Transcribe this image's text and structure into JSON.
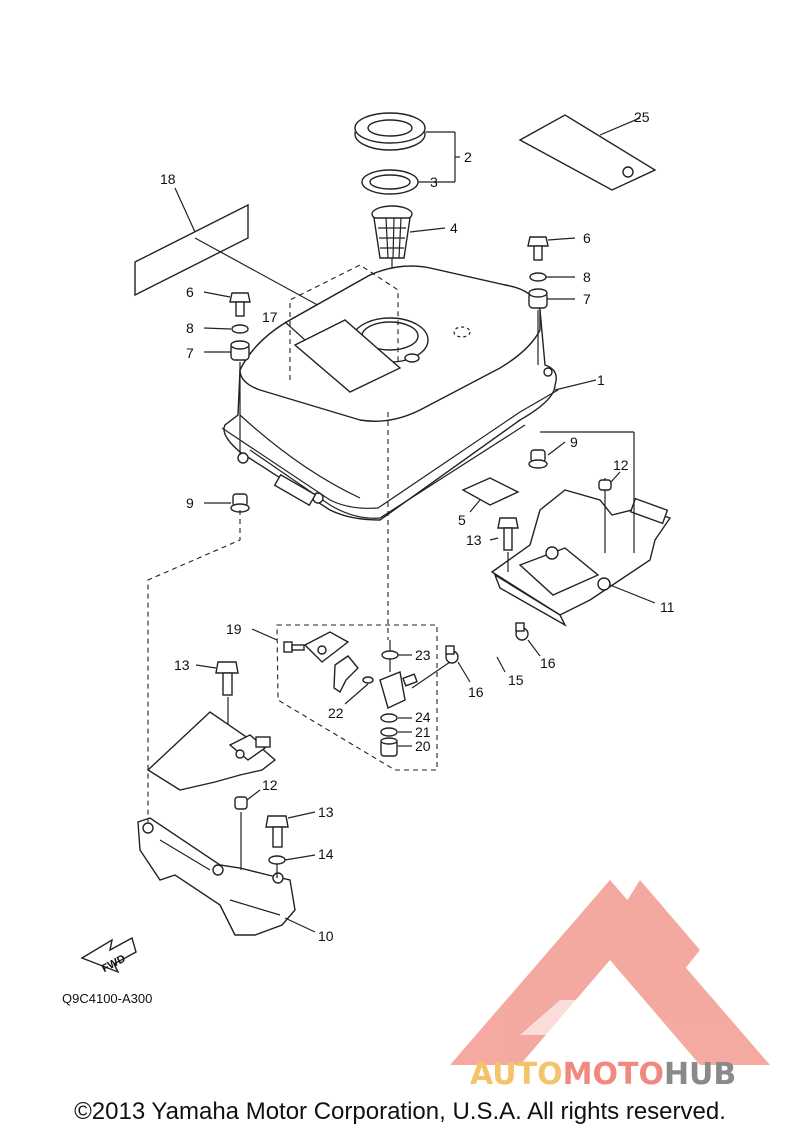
{
  "diagram": {
    "code": "Q9C4100-A300",
    "fwd_label": "FWD",
    "callouts": [
      {
        "id": "c1",
        "text": "1"
      },
      {
        "id": "c2",
        "text": "2"
      },
      {
        "id": "c3",
        "text": "3"
      },
      {
        "id": "c4",
        "text": "4"
      },
      {
        "id": "c5",
        "text": "5"
      },
      {
        "id": "c6a",
        "text": "6"
      },
      {
        "id": "c6b",
        "text": "6"
      },
      {
        "id": "c7a",
        "text": "7"
      },
      {
        "id": "c7b",
        "text": "7"
      },
      {
        "id": "c8a",
        "text": "8"
      },
      {
        "id": "c8b",
        "text": "8"
      },
      {
        "id": "c9a",
        "text": "9"
      },
      {
        "id": "c9b",
        "text": "9"
      },
      {
        "id": "c10",
        "text": "10"
      },
      {
        "id": "c11",
        "text": "11"
      },
      {
        "id": "c12a",
        "text": "12"
      },
      {
        "id": "c12b",
        "text": "12"
      },
      {
        "id": "c13a",
        "text": "13"
      },
      {
        "id": "c13b",
        "text": "13"
      },
      {
        "id": "c13c",
        "text": "13"
      },
      {
        "id": "c14",
        "text": "14"
      },
      {
        "id": "c15",
        "text": "15"
      },
      {
        "id": "c16a",
        "text": "16"
      },
      {
        "id": "c16b",
        "text": "16"
      },
      {
        "id": "c17",
        "text": "17"
      },
      {
        "id": "c18",
        "text": "18"
      },
      {
        "id": "c19",
        "text": "19"
      },
      {
        "id": "c20",
        "text": "20"
      },
      {
        "id": "c21",
        "text": "21"
      },
      {
        "id": "c22",
        "text": "22"
      },
      {
        "id": "c23",
        "text": "23"
      },
      {
        "id": "c24",
        "text": "24"
      },
      {
        "id": "c25",
        "text": "25"
      }
    ]
  },
  "watermark": {
    "part1": "AUTO",
    "part2": "MOTO",
    "part3": "HUB",
    "color_auto": "#f5c36a",
    "color_moto": "#f08a80",
    "color_hub": "#8a8a8a",
    "logo_color": "#f08a80"
  },
  "copyright": "©2013 Yamaha Motor Corporation, U.S.A. All rights reserved."
}
